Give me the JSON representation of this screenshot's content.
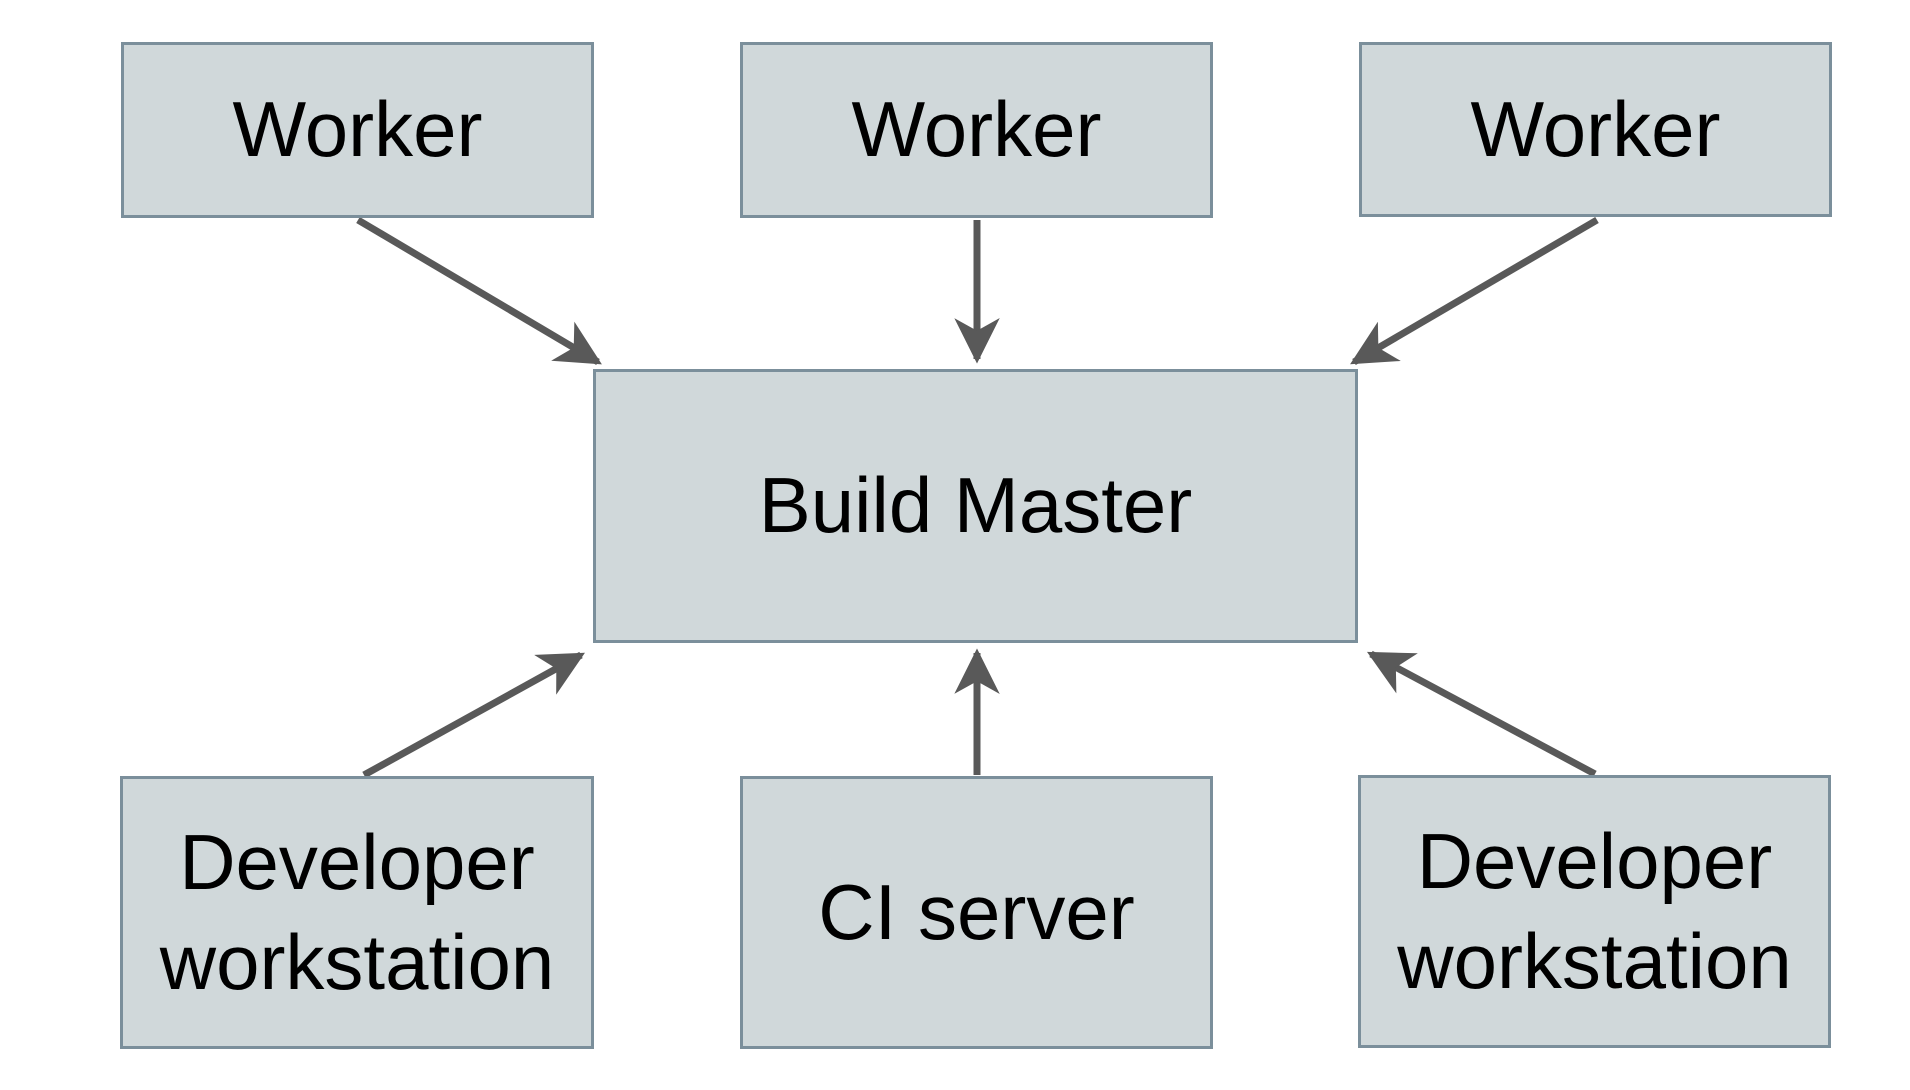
{
  "diagram": {
    "type": "node-edge-architecture",
    "background_color": "#ffffff",
    "node_fill_color": "#d0d8da",
    "node_border_color": "#7b8f9b",
    "arrow_color": "#595959",
    "text_color": "#000000",
    "nodes": [
      {
        "id": "worker-left",
        "label": "Worker"
      },
      {
        "id": "worker-center",
        "label": "Worker"
      },
      {
        "id": "worker-right",
        "label": "Worker"
      },
      {
        "id": "build-master",
        "label": "Build Master"
      },
      {
        "id": "dev-workstation-left",
        "label": "Developer workstation"
      },
      {
        "id": "ci-server",
        "label": "CI server"
      },
      {
        "id": "dev-workstation-right",
        "label": "Developer workstation"
      }
    ],
    "edges": [
      {
        "from": "worker-left",
        "to": "build-master",
        "direction": "down-right"
      },
      {
        "from": "worker-center",
        "to": "build-master",
        "direction": "down"
      },
      {
        "from": "worker-right",
        "to": "build-master",
        "direction": "down-left"
      },
      {
        "from": "dev-workstation-left",
        "to": "build-master",
        "direction": "up-right"
      },
      {
        "from": "ci-server",
        "to": "build-master",
        "direction": "up"
      },
      {
        "from": "dev-workstation-right",
        "to": "build-master",
        "direction": "up-left"
      }
    ]
  }
}
